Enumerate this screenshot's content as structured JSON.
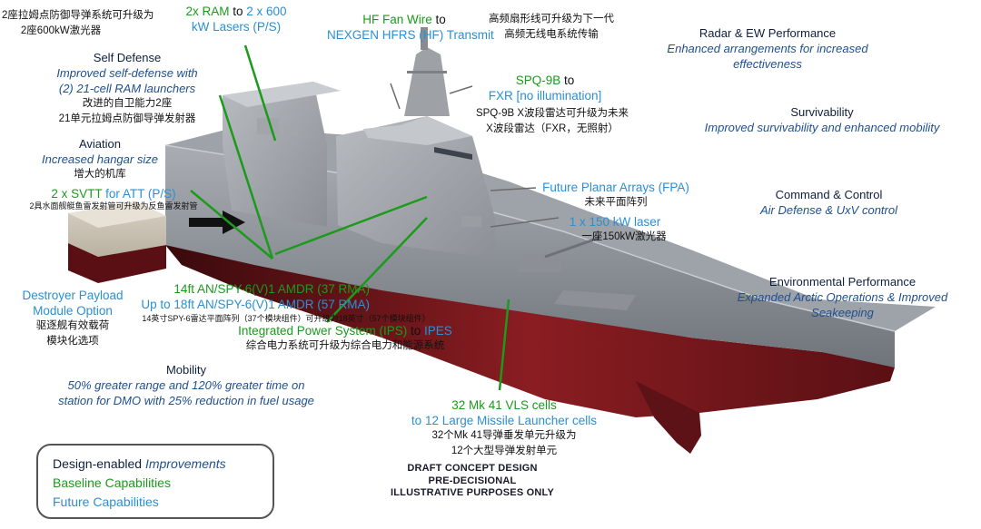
{
  "annotations": {
    "ram_laser_cn": [
      "2座拉姆点防御导弹系统可升级为",
      "2座600kW激光器"
    ],
    "ram_laser": {
      "baseline": "2x RAM",
      "to": "to",
      "future": "2 x 600",
      "future2": "kW Lasers",
      "suffix": "(P/S)"
    },
    "hf": {
      "baseline": "HF Fan Wire",
      "to": "to",
      "future": "NEXGEN HFRS (HF) Transmit"
    },
    "hf_cn": [
      "高频扇形线可升级为下一代",
      "高频无线电系统传输"
    ],
    "self_defense": {
      "title": "Self Defense",
      "lines": [
        "Improved self-defense with",
        "(2) 21-cell RAM launchers"
      ],
      "cn": [
        "改进的自卫能力2座",
        "21单元拉姆点防御导弹发射器"
      ]
    },
    "aviation": {
      "title": "Aviation",
      "line": "Increased hangar size",
      "cn": "增大的机库"
    },
    "svtt": {
      "baseline": "2 x SVTT",
      "mid": "for",
      "future": "ATT",
      "suffix": "(P/S)",
      "cn": "2具水面舰艇鱼雷发射管可升级为反鱼雷发射管"
    },
    "spq": {
      "baseline": "SPQ-9B",
      "to": "to",
      "future": "FXR [no illumination]",
      "cn": [
        "SPQ-9B X波段雷达可升级为未来",
        "X波段雷达（FXR，无照射）"
      ]
    },
    "fpa": {
      "future": "Future Planar Arrays (FPA)",
      "cn": "未来平面阵列"
    },
    "laser150": {
      "future": "1 x 150 kW laser",
      "cn": "一座150kW激光器"
    },
    "amdr": {
      "baseline": "14ft AN/SPY-6(V)1 AMDR (37 RMA)",
      "future": "Up to 18ft AN/SPY-6(V)1 AMDR (57 RMA)",
      "cn": "14英寸SPY-6雷达平面阵列（37个模块组件）可升级为18英寸（57个模块组件）"
    },
    "ips": {
      "baseline": "Integrated Power System (IPS)",
      "to": "to",
      "future": "IPES",
      "cn": "综合电力系统可升级为综合电力和能源系统"
    },
    "payload": {
      "future": [
        "Destroyer Payload",
        "Module Option"
      ],
      "cn": [
        "驱逐舰有效载荷",
        "模块化选项"
      ]
    },
    "mobility": {
      "title": "Mobility",
      "lines": [
        "50% greater range and 120% greater time on",
        "station for DMO with 25% reduction in fuel usage"
      ]
    },
    "vls": {
      "baseline": "32 Mk 41 VLS cells",
      "to": "to",
      "future": "12 Large Missile Launcher cells",
      "cn": [
        "32个Mk 41导弹垂发单元升级为",
        "12个大型导弹发射单元"
      ]
    }
  },
  "right_column": [
    {
      "title": "Radar & EW Performance",
      "lines": [
        "Enhanced arrangements for increased",
        "effectiveness"
      ]
    },
    {
      "title": "Survivability",
      "lines": [
        "Improved survivability and enhanced mobility"
      ]
    },
    {
      "title": "Command & Control",
      "lines": [
        "Air Defense & UxV control"
      ]
    },
    {
      "title": "Environmental Performance",
      "lines": [
        "Expanded Arctic Operations & Improved",
        "Seakeeping"
      ]
    }
  ],
  "draft_notice": [
    "DRAFT CONCEPT DESIGN",
    "PRE-DECISIONAL",
    "ILLUSTRATIVE PURPOSES ONLY"
  ],
  "legend": {
    "improvements_prefix": "Design-enabled",
    "improvements": "Improvements",
    "baseline": "Baseline Capabilities",
    "future": "Future Capabilities"
  },
  "colors": {
    "heading": "#0f1f3d",
    "italic": "#1f4f8f",
    "baseline": "#1c9a1c",
    "future": "#2a8fd6",
    "hull": "#8a8f96",
    "boot": "#7a1a1e"
  }
}
